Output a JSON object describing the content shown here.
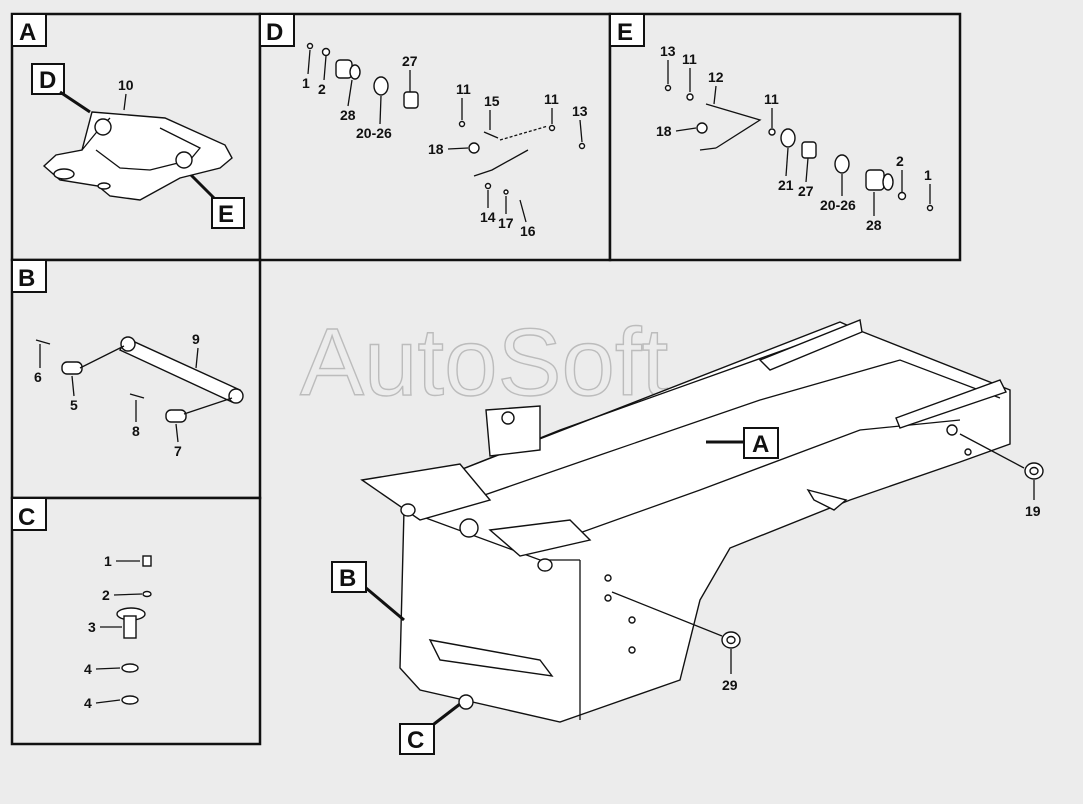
{
  "watermark": "AutoSoft",
  "panels": {
    "A": {
      "letter": "A",
      "sub_d": "D",
      "sub_e": "E",
      "n10": "10"
    },
    "D": {
      "letter": "D",
      "n1": "1",
      "n2": "2",
      "n27": "27",
      "n28": "28",
      "n2026": "20-26",
      "n11a": "11",
      "n15": "15",
      "n11b": "11",
      "n13": "13",
      "n18": "18",
      "n14": "14",
      "n17": "17",
      "n16": "16"
    },
    "E": {
      "letter": "E",
      "n13": "13",
      "n11a": "11",
      "n12": "12",
      "n11b": "11",
      "n18": "18",
      "n21": "21",
      "n27": "27",
      "n2026": "20-26",
      "n28": "28",
      "n2": "2",
      "n1": "1"
    },
    "B": {
      "letter": "B",
      "n9": "9",
      "n6": "6",
      "n5": "5",
      "n8": "8",
      "n7": "7"
    },
    "C": {
      "letter": "C",
      "n1": "1",
      "n2": "2",
      "n3": "3",
      "n4a": "4",
      "n4b": "4"
    }
  },
  "main": {
    "callout_a": "A",
    "callout_b": "B",
    "callout_c": "C",
    "n19": "19",
    "n29": "29"
  }
}
